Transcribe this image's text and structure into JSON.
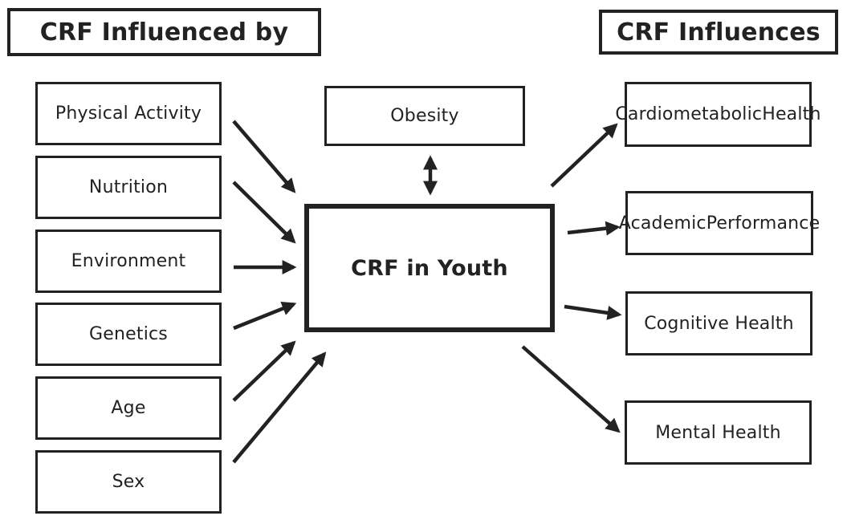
{
  "headers": {
    "left": "CRF Influenced by",
    "right": "CRF Influences"
  },
  "center": "CRF in Youth",
  "top": "Obesity",
  "inputs": [
    "Physical Activity",
    "Nutrition",
    "Environment",
    "Genetics",
    "Age",
    "Sex"
  ],
  "outputs": [
    [
      "Cardiometabolic",
      "Health"
    ],
    [
      "Academic",
      "Performance"
    ],
    [
      "Cognitive Health"
    ],
    [
      "Mental Health"
    ]
  ],
  "colors": {
    "stroke": "#222222",
    "background": "#ffffff"
  }
}
